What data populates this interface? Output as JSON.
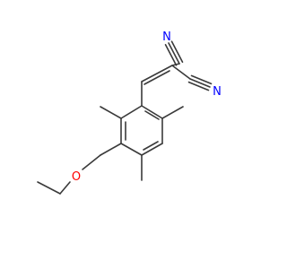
{
  "molecule": {
    "atoms": [
      {
        "id": "n1",
        "label": "N",
        "color": "#0000ff"
      },
      {
        "id": "n2",
        "label": "N",
        "color": "#0000ff"
      },
      {
        "id": "o1",
        "label": "O",
        "color": "#ff0000"
      }
    ],
    "colors": {
      "bond": "#3a3a3a",
      "nitrogen": "#0000ff",
      "oxygen": "#ff0000",
      "background": "#ffffff"
    }
  }
}
